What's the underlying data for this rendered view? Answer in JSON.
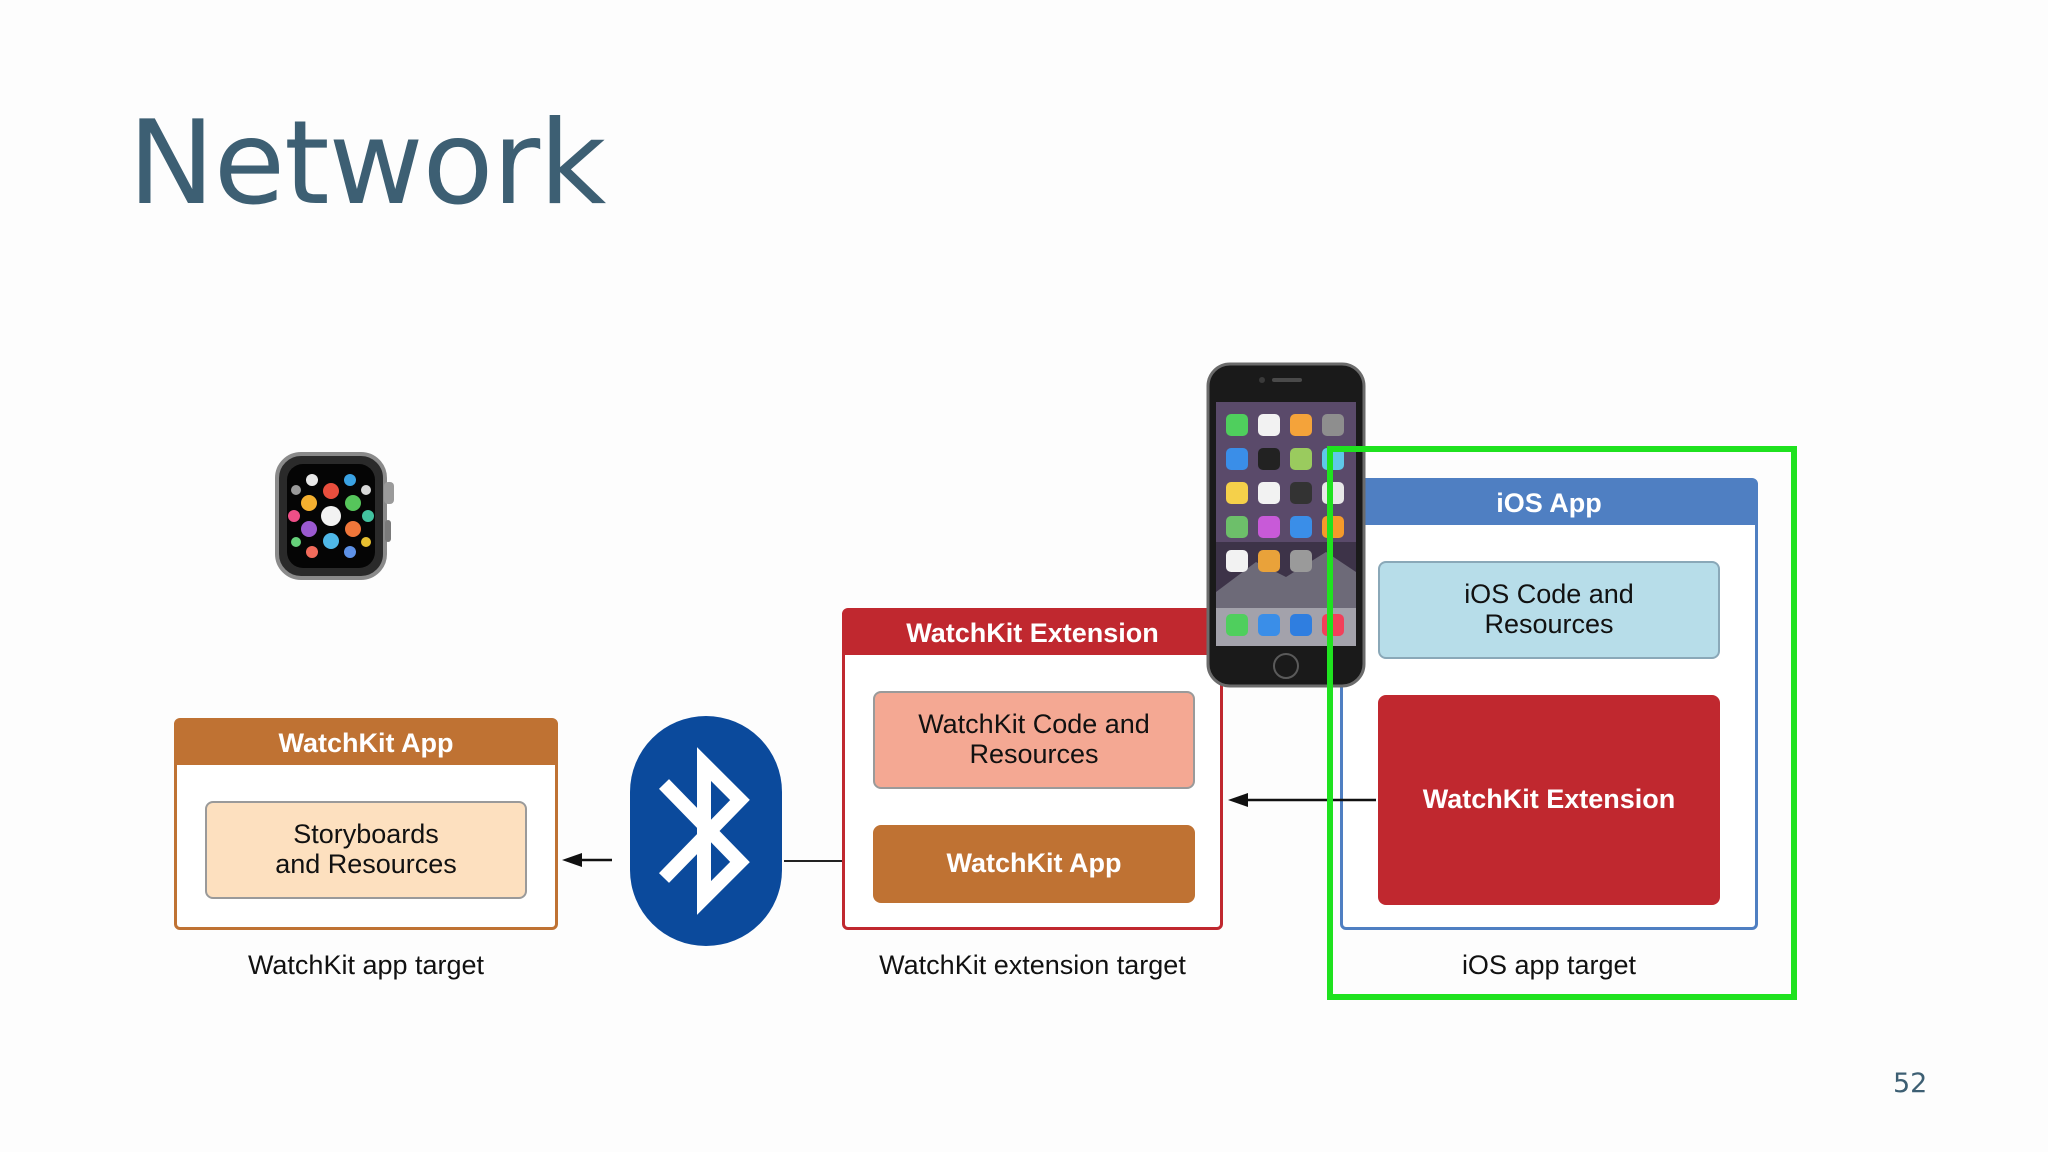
{
  "slide": {
    "title": "Network",
    "page_number": "52"
  },
  "diagram": {
    "watchkit_app_target": {
      "header": "WatchKit App",
      "inner_label": "Storyboards\nand Resources",
      "caption": "WatchKit app target"
    },
    "watchkit_extension_target": {
      "header": "WatchKit Extension",
      "inner_top_label": "WatchKit Code and\nResources",
      "inner_bottom_label": "WatchKit App",
      "caption": "WatchKit extension target"
    },
    "ios_app_target": {
      "header": "iOS App",
      "inner_top_label": "iOS Code and\nResources",
      "inner_bottom_label": "WatchKit Extension",
      "caption": "iOS app target"
    },
    "icons": [
      "apple-watch-icon",
      "bluetooth-icon",
      "iphone-icon"
    ],
    "colors": {
      "watchkit_app": "#bf7233",
      "watchkit_app_inner": "#fde0bf",
      "watchkit_extension": "#c0282f",
      "watchkit_extension_inner": "#f4a893",
      "ios_app": "#4f7fc2",
      "ios_app_inner": "#b7dde9",
      "bluetooth": "#0b4a9c",
      "highlight": "#1fe21f"
    }
  }
}
